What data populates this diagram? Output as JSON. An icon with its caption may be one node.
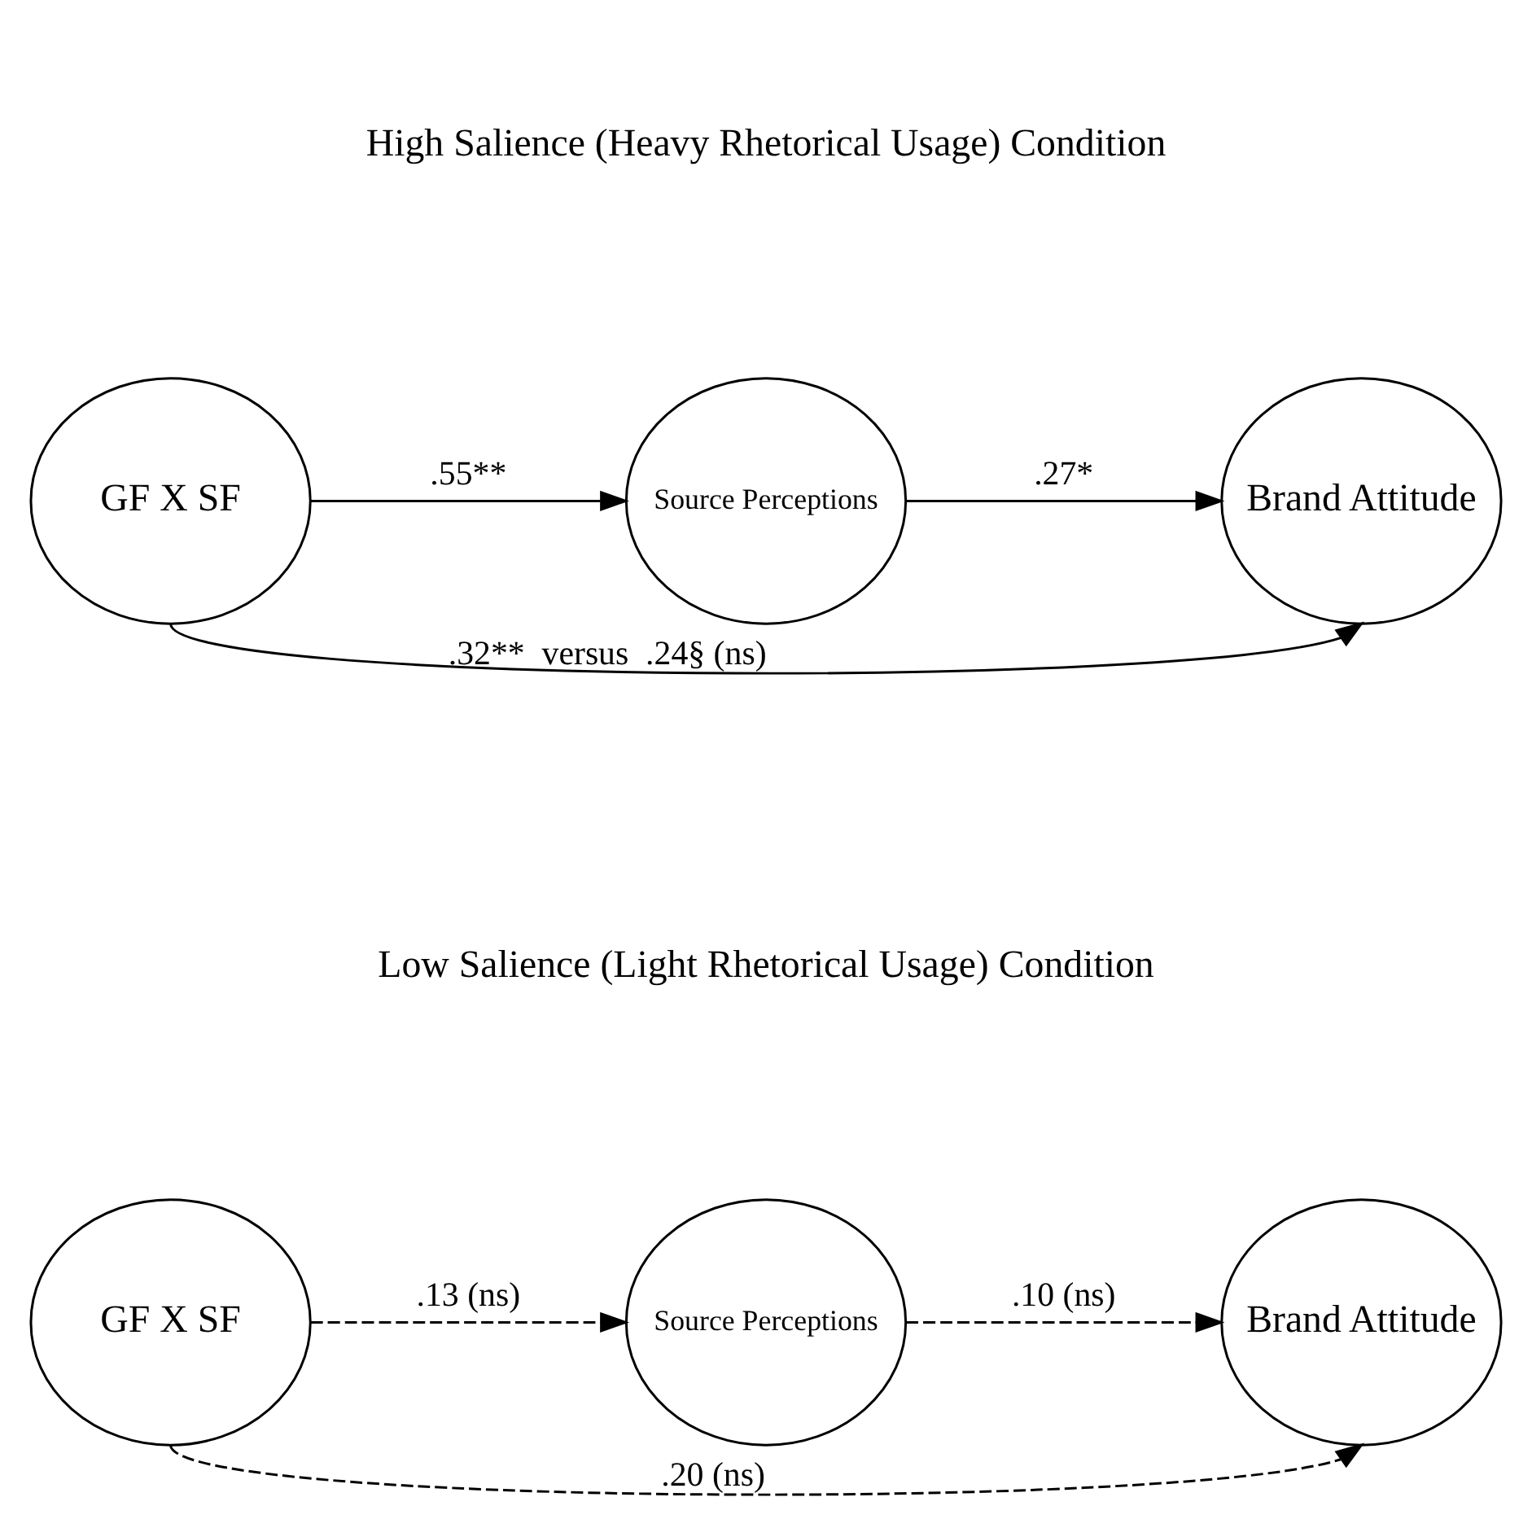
{
  "diagram": {
    "nodes": [
      {
        "text": [
          "GF X SF"
        ]
      },
      {
        "text": [
          "Source Perceptions"
        ]
      },
      {
        "text": [
          "Brand Attitude"
        ]
      },
      {
        "text": [
          "GF X SF"
        ]
      },
      {
        "text": [
          "Source Perceptions"
        ]
      },
      {
        "text": [
          "Brand Attitude"
        ]
      }
    ],
    "edges": [
      {
        "from": 0,
        "to": 1,
        "arrow": "to",
        "label": ".55**"
      },
      {
        "from": 1,
        "to": 2,
        "arrow": "to",
        "label": ".27*"
      },
      {
        "from": 0,
        "to": 2,
        "arrow": "to",
        "label": ".32**  versus  .24§ (ns)"
      },
      {
        "from": 3,
        "to": 4,
        "arrow": "to",
        "label": ".13 (ns)",
        "style": "dashed"
      },
      {
        "from": 4,
        "to": 5,
        "arrow": "to",
        "label": ".10 (ns)",
        "style": "dashed"
      },
      {
        "from": 3,
        "to": 5,
        "arrow": "to",
        "label": ".20 (ns)",
        "style": "dashed"
      }
    ],
    "labels": [
      "High Salience (Heavy Rhetorical Usage) Condition",
      "Low Salience (Light Rhetorical Usage) Condition"
    ]
  }
}
